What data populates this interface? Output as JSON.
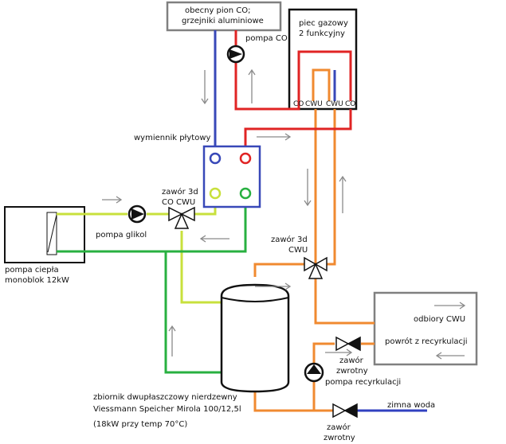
{
  "labels": {
    "radiators_l1": "obecny pion CO;",
    "radiators_l2": "grzejniki aluminiowe",
    "pump_co": "pompa CO",
    "boiler_l1": "piec gazowy",
    "boiler_l2": "2 funkcyjny",
    "port_co_left": "CO",
    "port_cwu_left": "CWU",
    "port_cwu_right": "CWU",
    "port_co_right": "CO",
    "exchanger": "wymiennik płytowy",
    "valve_co_l1": "zawór 3d",
    "valve_co_l2": "CO CWU",
    "pump_glycol": "pompa glikol",
    "heatpump_l1": "pompa ciepła",
    "heatpump_l2": "monoblok 12kW",
    "valve_cwu_l1": "zawór 3d",
    "valve_cwu_l2": "CWU",
    "consumers": "odbiory CWU",
    "recirc_return": "powrót z recyrkulacji",
    "check1_l1": "zawór",
    "check1_l2": "zwrotny",
    "pump_recirc": "pompa recyrkulacji",
    "cold_water": "zimna woda",
    "check2_l1": "zawór",
    "check2_l2": "zwrotny",
    "tank_l1": "zbiornik dwupłaszczowy nierdzewny",
    "tank_l2": "Viessmann Speicher Mirola 100/12,5l",
    "tank_l3": "(18kW przy temp 70°C)"
  },
  "colors": {
    "co_supply": "#e02424",
    "co_return": "#3848b8",
    "cwu": "#f08a30",
    "glycol_supply": "#c8e03c",
    "glycol_return": "#28b040",
    "cold_water": "#3040c0",
    "box_border": "#808080",
    "arrow": "#8a8a8a"
  }
}
